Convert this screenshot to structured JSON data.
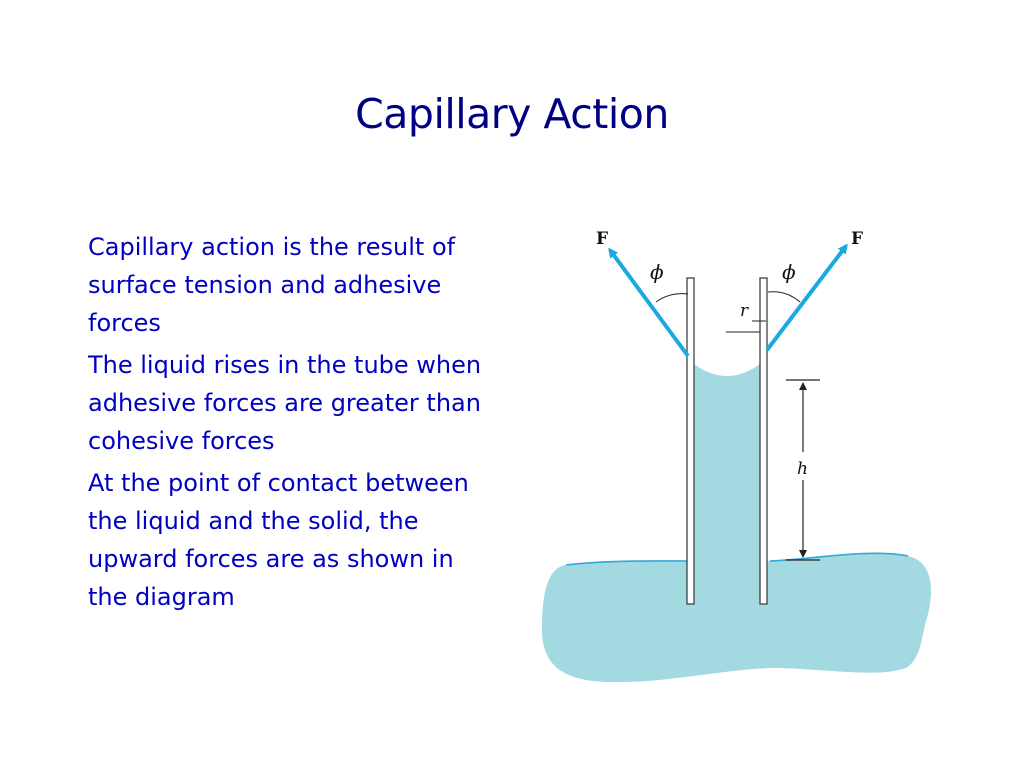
{
  "slide": {
    "title": "Capillary Action"
  },
  "bullets": [
    "Capillary action is the result of surface tension and adhesive forces",
    "The liquid rises in the tube when adhesive forces are greater than cohesive forces",
    "At the point of contact between the liquid and the solid, the upward forces are as shown in the diagram"
  ],
  "diagram": {
    "force_label_left": "F",
    "force_label_right": "F",
    "angle_label_left": "ϕ",
    "angle_label_right": "ϕ",
    "radius_label": "r",
    "height_label": "h",
    "colors": {
      "liquid": "#a3d9e0",
      "liquid_edge": "#36a7d6",
      "arrow": "#1aa9e0",
      "tube": "#ffffff",
      "line": "#222222",
      "text_title": "#000080",
      "text_body": "#0000c0"
    }
  }
}
